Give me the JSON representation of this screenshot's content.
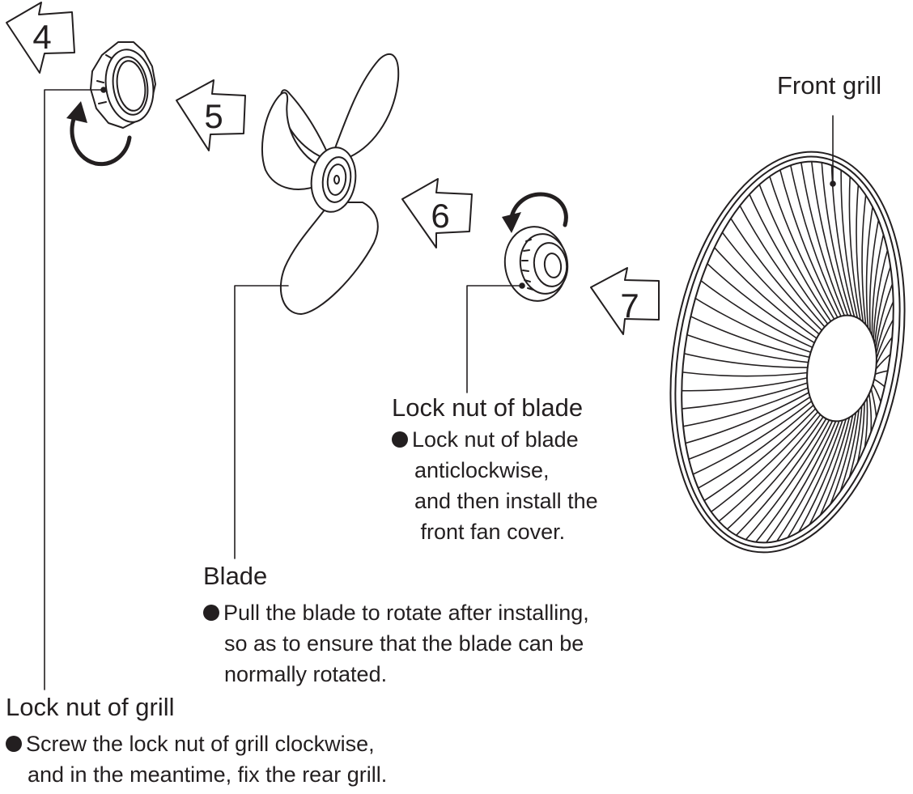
{
  "step_numbers": [
    "4",
    "5",
    "6",
    "7"
  ],
  "labels": {
    "front_grill": "Front grill",
    "lock_nut_of_blade": "Lock nut of blade",
    "blade": "Blade",
    "lock_nut_of_grill": "Lock nut of grill"
  },
  "notes": {
    "lock_nut_of_blade": [
      "Lock nut of blade",
      "anticlockwise,",
      "and then install the",
      " front fan cover."
    ],
    "blade": [
      "Pull the blade to rotate after installing,",
      "so as to ensure that the blade can be",
      "normally rotated."
    ],
    "lock_nut_of_grill": [
      "Screw the lock nut of grill clockwise,",
      "and in the meantime, fix the rear grill."
    ]
  },
  "colors": {
    "ink": "#231f20",
    "background": "#ffffff"
  }
}
